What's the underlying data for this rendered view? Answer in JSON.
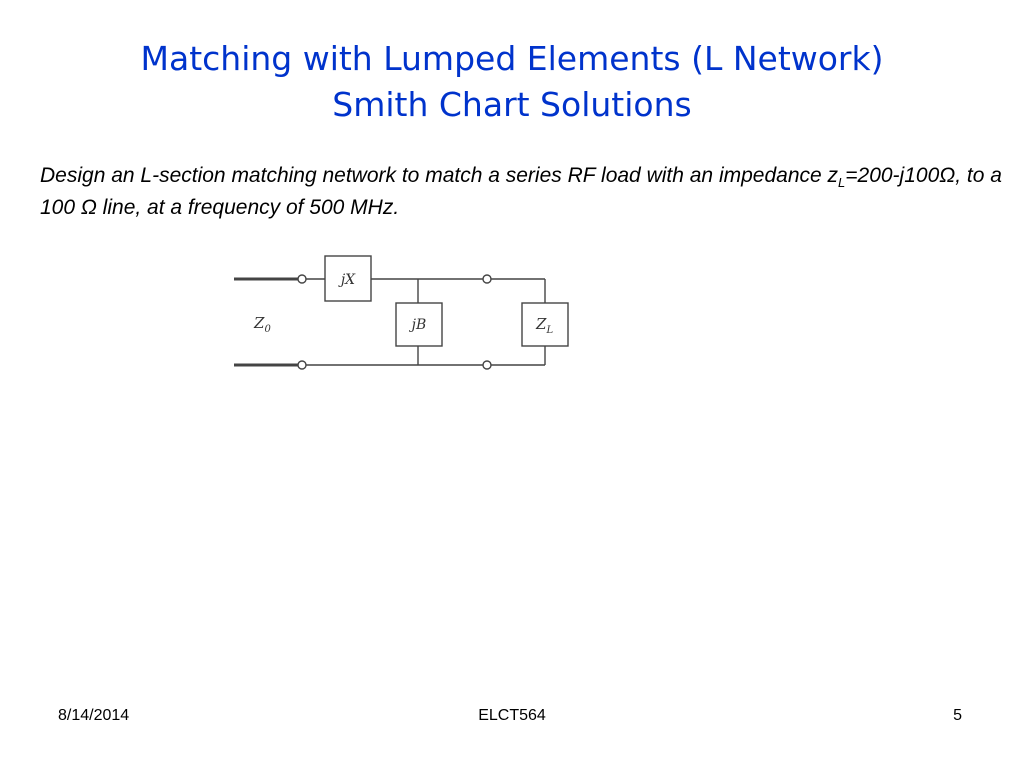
{
  "slide": {
    "title_line1": "Matching with Lumped Elements (L Network)",
    "title_line2": "Smith Chart Solutions",
    "problem": {
      "text_part1": "Design an L-section matching network to match a series RF load with an impedance z",
      "subscript": "L",
      "text_part2": "=200-j100Ω, to a 100 Ω line, at a frequency of 500 MHz."
    }
  },
  "circuit": {
    "source_label": "Z",
    "source_label_sub": "0",
    "series_element": "jX",
    "shunt_element": "jB",
    "load_label": "Z",
    "load_label_sub": "L"
  },
  "footer": {
    "date": "8/14/2014",
    "course": "ELCT564",
    "page": "5"
  },
  "colors": {
    "title": "#0033cc",
    "body_text": "#000000",
    "schematic": "#444444"
  }
}
